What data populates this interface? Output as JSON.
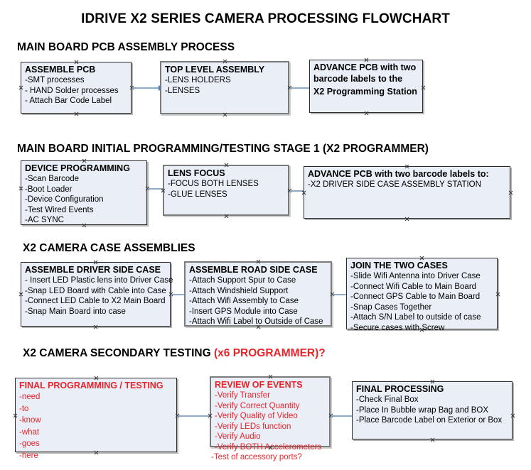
{
  "title": "IDRIVE X2  SERIES CAMERA PROCESSING FLOWCHART",
  "colors": {
    "box_fill": "#e9eef7",
    "box_border": "#2b2b2b",
    "accent_red": "#e8242b",
    "connector": "#8fa9c6",
    "arrow_head": "#4a7ebb",
    "text": "#000000"
  },
  "sections": [
    {
      "heading": "MAIN BOARD PCB ASSEMBLY PROCESS",
      "heading_accent": "",
      "boxes": [
        {
          "title": "ASSEMBLE PCB",
          "lines": [
            "-SMT processes",
            "- HAND Solder processes",
            "- Attach Bar Code Label"
          ]
        },
        {
          "title": "TOP LEVEL ASSEMBLY",
          "lines": [
            "-LENS HOLDERS",
            "-LENSES"
          ]
        },
        {
          "title": "ADVANCE PCB with two",
          "lines": [
            "barcode labels to the",
            " X2 Programming Station"
          ]
        }
      ]
    },
    {
      "heading": "MAIN BOARD INITIAL PROGRAMMING/TESTING STAGE 1 (X2 PROGRAMMER)",
      "heading_accent": "",
      "boxes": [
        {
          "title": "DEVICE PROGRAMMING",
          "lines": [
            "-Scan Barcode",
            "-Boot Loader",
            "-Device Configuration",
            "-Test Wired Events",
            "-AC SYNC"
          ]
        },
        {
          "title": "LENS FOCUS",
          "lines": [
            "-FOCUS BOTH LENSES",
            "-GLUE LENSES"
          ]
        },
        {
          "title": "ADVANCE PCB with two barcode labels to:",
          "lines": [
            "-X2 DRIVER  SIDE  CASE  ASSEMBLY STATION"
          ]
        }
      ]
    },
    {
      "heading": "X2 CAMERA CASE ASSEMBLIES",
      "heading_accent": "",
      "boxes": [
        {
          "title": "ASSEMBLE DRIVER SIDE CASE",
          "lines": [
            "- Insert LED Plastic lens into Driver Case",
            "-Snap LED Board with Cable into Case",
            "-Connect LED Cable to X2 Main Board",
            "-Snap Main Board into case"
          ]
        },
        {
          "title": "ASSEMBLE ROAD SIDE CASE",
          "lines": [
            "-Attach Support Spur to Case",
            "-Attach Windshield Support",
            "-Attach Wifi Assembly to Case",
            "-Insert GPS Module into Case",
            "-Attach Wifi Label to Outside of Case"
          ]
        },
        {
          "title": "JOIN THE TWO CASES",
          "lines": [
            "-Slide Wifi Antenna into Driver Case",
            "-Connect Wifi Cable to Main Board",
            "-Connect GPS Cable to Main Board",
            "-Snap Cases Together",
            "-Attach S/N Label to outside of case",
            "-Secure cases with Screw"
          ]
        }
      ]
    },
    {
      "heading": "X2 CAMERA SECONDARY TESTING ",
      "heading_accent": "(x6 PROGRAMMER)?",
      "boxes": [
        {
          "title": "FINAL PROGRAMMING / TESTING",
          "lines": [
            "-need",
            "-to",
            "-know",
            "-what",
            "-goes",
            "-here"
          ]
        },
        {
          "title": "REVIEW OF EVENTS",
          "lines": [
            "-Verify Transfer",
            "-Verify Correct Quantity",
            "-Verify Quality of Video",
            "-Verify LEDs function",
            "-Verify Audio",
            "-Verify BOTH Accelerometers",
            "-Test of accessory ports?"
          ]
        },
        {
          "title": "FINAL PROCESSING",
          "lines": [
            " -Check Final Box",
            "-Place In Bubble wrap Bag and BOX",
            "-Place Barcode Label on Exterior or Box"
          ]
        }
      ]
    }
  ]
}
